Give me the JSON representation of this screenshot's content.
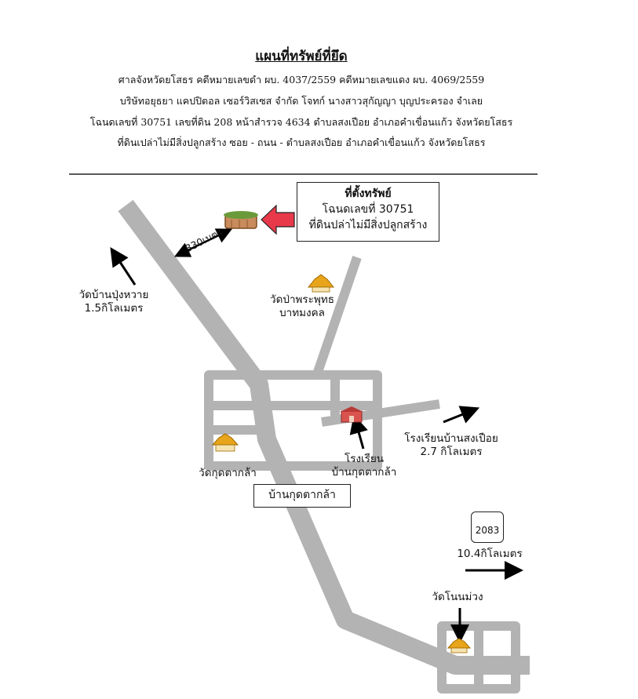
{
  "header": {
    "title": "แผนที่ทรัพย์ที่ยึด",
    "lines": [
      "ศาลจังหวัดยโสธร คดีหมายเลขดำ ผบ. 4037/2559  คดีหมายเลขแดง ผบ. 4069/2559",
      "บริษัทอยุธยา แคปปิตอล เซอร์วิสเซส จำกัด โจทก์ นางสาวสุกัญญา บุญประครอง จำเลย",
      "โฉนดเลขที่ 30751 เลขที่ดิน 208 หน้าสำรวจ 4634 ตำบลสงเปือย อำเภอคำเขื่อนแก้ว  จังหวัดยโสธร",
      "ที่ดินเปล่าไม่มีสิ่งปลูกสร้าง ซอย -  ถนน -  ตำบลสงเปือย อำเภอคำเขื่อนแก้ว  จังหวัดยโสธร"
    ]
  },
  "property_box": {
    "line1": "ที่ตั้งทรัพย์",
    "line2": "โฉนดเลขที่  30751",
    "line3": "ที่ดินปล่าไม่มีสิ่งปลูกสร้าง"
  },
  "distance_label": "330เมตร",
  "labels": {
    "ban_pung_wai": "วัดบ้านปุ่งหวาย",
    "ban_pung_wai_dist": "1.5กิโลเมตร",
    "wat_pa_line1": "วัดป่าพระพุทธ",
    "wat_pa_line2": "บาทมงคล",
    "wat_kut": "วัดกุดตากล้า",
    "school_line1": "โรงเรียน",
    "school_line2": "บ้านกุดตากล้า",
    "songpueai_line1": "โรงเรียนบ้านสงเปือย",
    "songpueai_line2": "2.7 กิโลเมตร",
    "village": "บ้านกุดตากล้า",
    "highway": "2083",
    "highway_dist": "10.4กิโลเมตร",
    "wat_non_muang": "วัดโนนม่วง"
  },
  "colors": {
    "road": "#b3b3b3",
    "arrow_property": "#e8394a",
    "temple_roof": "#e8a41a",
    "school": "#d9534f"
  }
}
